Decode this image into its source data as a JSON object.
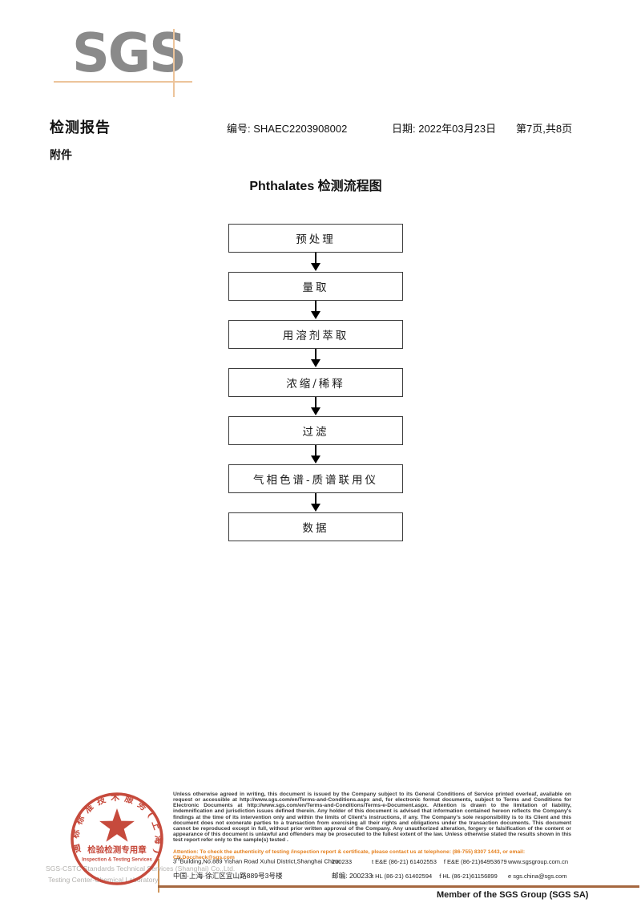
{
  "logo": {
    "text": "SGS",
    "text_color": "#8a8a8a",
    "line_color": "#ecc49b"
  },
  "header": {
    "report_title": "检测报告",
    "number": "编号: SHAEC2203908002",
    "date": "日期: 2022年03月23日",
    "page": "第7页,共8页",
    "attachment": "附件"
  },
  "flowchart": {
    "title": "Phthalates 检测流程图",
    "steps": [
      "预处理",
      "量取",
      "用溶剂萃取",
      "浓缩/稀释",
      "过滤",
      "气相色谱-质谱联用仪",
      "数据"
    ]
  },
  "stamp": {
    "ring_text": "通标标准技术服务(上海)有限公司",
    "line1": "检验检测专用章",
    "line2": "Inspection & Testing Services",
    "color": "#c23b2c"
  },
  "company": {
    "line1": "SGS-CSTC Standards Technical Services (Shanghai) Co.,Ltd.",
    "line2": "Testing Center-Chemical Laboratory"
  },
  "legal": {
    "paragraph": "Unless otherwise agreed in writing, this document is issued by the Company subject to its General Conditions of Service printed overleaf, available on request or accessible at http://www.sgs.com/en/Terms-and-Conditions.aspx and, for electronic format documents, subject to Terms and Conditions for Electronic Documents at http://www.sgs.com/en/Terms-and-Conditions/Terms-e-Document.aspx. Attention is drawn to the limitation of liability, indemnification and jurisdiction issues defined therein. Any holder of this document is advised that information contained hereon reflects the Company's findings at the time of its intervention only and within the limits of Client's instructions, if any. The Company's sole responsibility is to its Client and this document does not exonerate parties to a transaction from exercising all their rights and obligations under the transaction documents. This document cannot be reproduced except in full, without prior written approval of the Company. Any unauthorized alteration, forgery or falsification of the content or appearance of this document is unlawful and offenders may be prosecuted to the fullest extent of the law. Unless otherwise stated the results shown in this test report refer only to the sample(s) tested .",
    "attention": "Attention: To check the authenticity of testing /inspection report & certificate, please contact us at telephone: (86-755) 8307 1443, or email: CN.Doccheck@sgs.com"
  },
  "address": {
    "en_prefix": "3",
    "en_sup": "rd",
    "en_rest": "Building,No.889 Yishan Road Xuhui District,Shanghai China",
    "en_postal": "200233",
    "cn": "中国·上海·徐汇区宜山路889号3号楼",
    "cn_postal": "邮编: 200233",
    "tel1": "t E&E (86-21) 61402553",
    "fax1": "f E&E (86-21)64953679",
    "tel2": "t HL (86-21) 61402594",
    "fax2": "f HL (86-21)61156899",
    "web": "www.sgsgroup.com.cn",
    "email": "e  sgs.china@sgs.com"
  },
  "footer": {
    "member": "Member of the SGS Group (SGS SA)"
  }
}
